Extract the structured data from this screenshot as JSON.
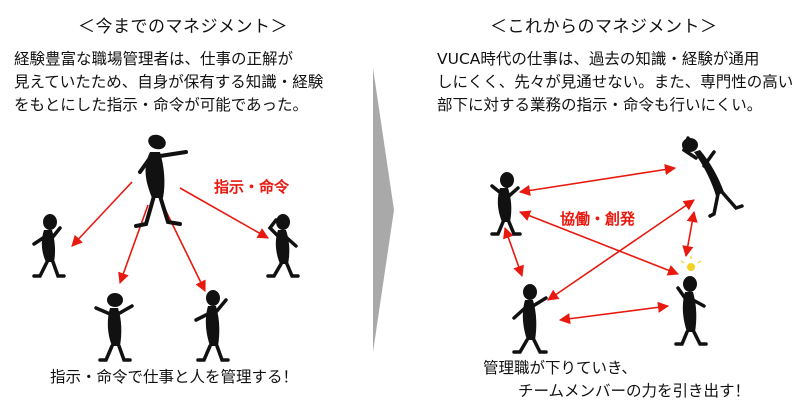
{
  "left": {
    "title": "＜今までのマネジメント＞",
    "description_lines": [
      "経験豊富な職場管理者は、仕事の正解が",
      "見えていたため、自身が保有する知識・経験",
      "をもとにした指示・命令が可能であった。"
    ],
    "arrow_label": "指示・命令",
    "caption": "指示・命令で仕事と人を管理する！"
  },
  "right": {
    "title": "＜これからのマネジメント＞",
    "description_lines": [
      "VUCA時代の仕事は、過去の知識・経験が通用",
      "しにくく、先々が見通せない。また、専門性の高い",
      "部下に対する業務の指示・命令も行いにくい。"
    ],
    "arrow_label": "協働・創発",
    "caption_lines": [
      "管理職が下りていき、",
      "チームメンバーの力を引き出す！"
    ]
  },
  "colors": {
    "arrow": "#e8190f",
    "figure": "#111111",
    "divider": "#a9a9a9",
    "lightbulb": "#f4d21f"
  }
}
